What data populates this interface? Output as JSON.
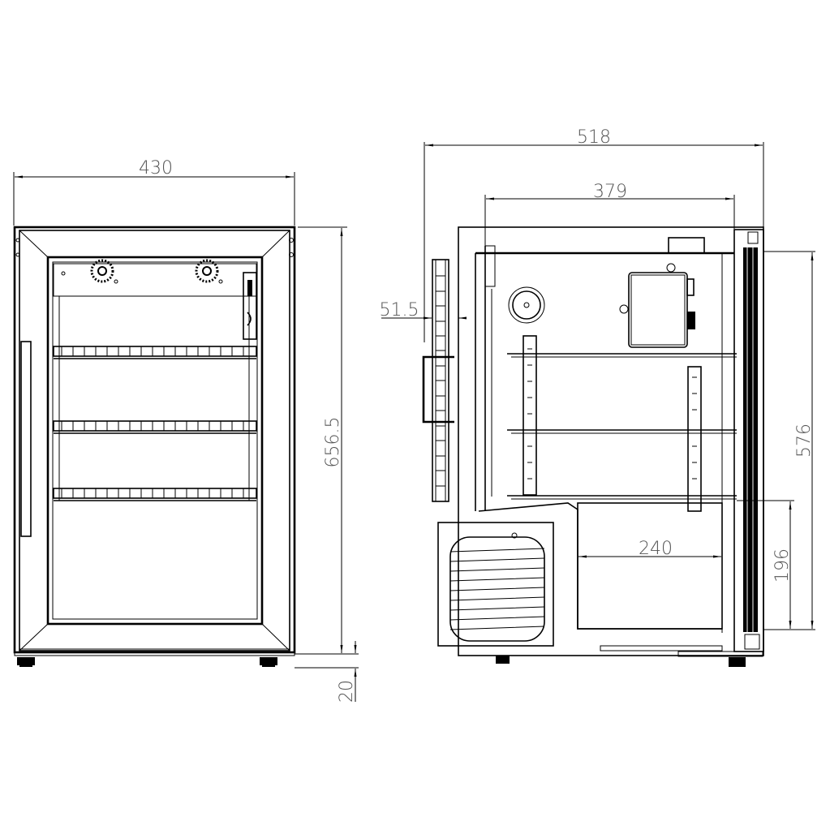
{
  "drawing": {
    "type": "technical-drawing",
    "subject": "undercounter glass-door refrigerator",
    "units": "mm",
    "colors": {
      "line": "#000000",
      "dimension_text": "#555555",
      "background": "#ffffff"
    }
  },
  "front_view": {
    "dimensions": {
      "width": "430",
      "height": "656.5",
      "feet": "20"
    },
    "shelves": 3,
    "fans": 2
  },
  "side_view": {
    "dimensions": {
      "depth": "518",
      "inner_depth": "379",
      "handle_offset": "51.5",
      "door_height": "576",
      "lower_height": "196",
      "compartment_width": "240"
    },
    "shelves": 3
  }
}
